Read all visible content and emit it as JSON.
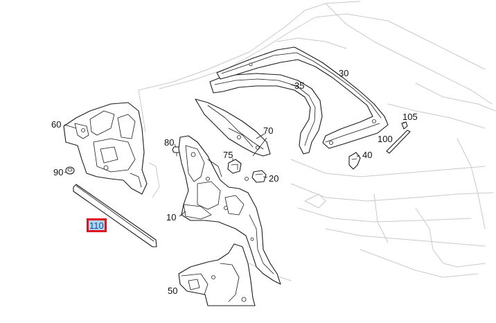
{
  "callouts": {
    "c10": "10",
    "c20": "20",
    "c30": "30",
    "c35": "35",
    "c40": "40",
    "c50": "50",
    "c60": "60",
    "c70": "70",
    "c75": "75",
    "c80": "80",
    "c90": "90",
    "c100": "100",
    "c105": "105",
    "c110": "110"
  },
  "selected_callout": "110",
  "colors": {
    "highlight_fill": "#a9d4f2",
    "highlight_border": "#e0141e",
    "line_art": "#1a1a1a",
    "ghost_lines": "#c9c9c9"
  }
}
